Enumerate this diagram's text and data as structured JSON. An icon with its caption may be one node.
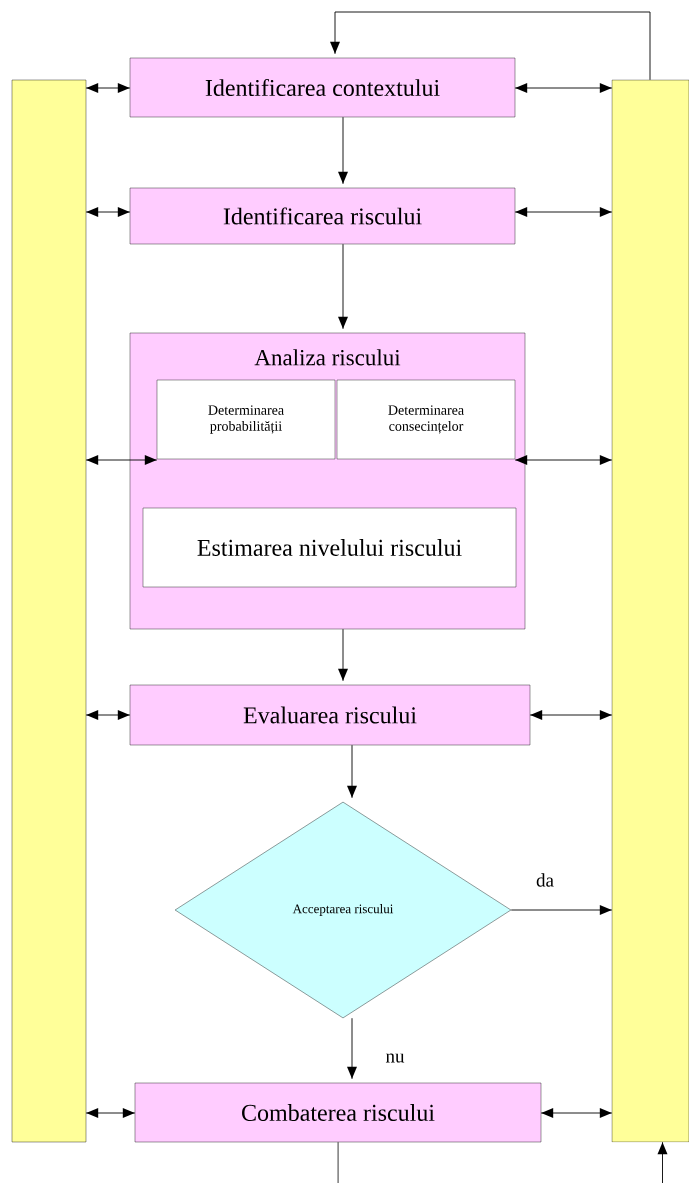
{
  "diagram": {
    "nodes": [
      {
        "text": [],
        "shape": "bar"
      },
      {
        "text": [
          "Identificarea contextului"
        ]
      },
      {
        "text": [
          "Identificarea riscului"
        ]
      },
      {
        "text": [
          "Analiza riscului"
        ]
      },
      {
        "text": [
          "Determinarea probabilității"
        ],
        "in": 3
      },
      {
        "text": [
          "Determinarea consecințelor"
        ],
        "in": 3
      },
      {
        "text": [
          "Estimarea nivelului riscului"
        ],
        "in": 3
      },
      {
        "text": [
          "Evaluarea riscului"
        ]
      },
      {
        "text": [
          "Acceptarea riscului"
        ]
      },
      {
        "text": [
          "Combaterea riscului"
        ]
      },
      {
        "text": [],
        "shape": "bar"
      }
    ],
    "edges": [
      {
        "from": 10,
        "to": 1,
        "arrow": "to"
      },
      {
        "from": 0,
        "to": 1,
        "arrow": "both"
      },
      {
        "from": 1,
        "to": 10,
        "arrow": "both"
      },
      {
        "from": 1,
        "to": 2,
        "arrow": "to"
      },
      {
        "from": 0,
        "to": 2,
        "arrow": "both"
      },
      {
        "from": 2,
        "to": 10,
        "arrow": "both"
      },
      {
        "from": 2,
        "to": 3,
        "arrow": "to"
      },
      {
        "from": 0,
        "to": 4,
        "arrow": "both"
      },
      {
        "from": 5,
        "to": 10,
        "arrow": "both"
      },
      {
        "from": 3,
        "to": 7,
        "arrow": "to"
      },
      {
        "from": 0,
        "to": 7,
        "arrow": "both"
      },
      {
        "from": 7,
        "to": 10,
        "arrow": "both"
      },
      {
        "from": 7,
        "to": 8,
        "arrow": "to"
      },
      {
        "from": 8,
        "to": 10,
        "arrow": "to",
        "label": "da"
      },
      {
        "from": 8,
        "to": 9,
        "arrow": "to",
        "label": "nu"
      },
      {
        "from": 0,
        "to": 9,
        "arrow": "both"
      },
      {
        "from": 9,
        "to": 10,
        "arrow": "both"
      },
      {
        "from": 9,
        "to": null,
        "arrow": "none"
      },
      {
        "from": null,
        "to": 10,
        "arrow": "to"
      }
    ]
  }
}
